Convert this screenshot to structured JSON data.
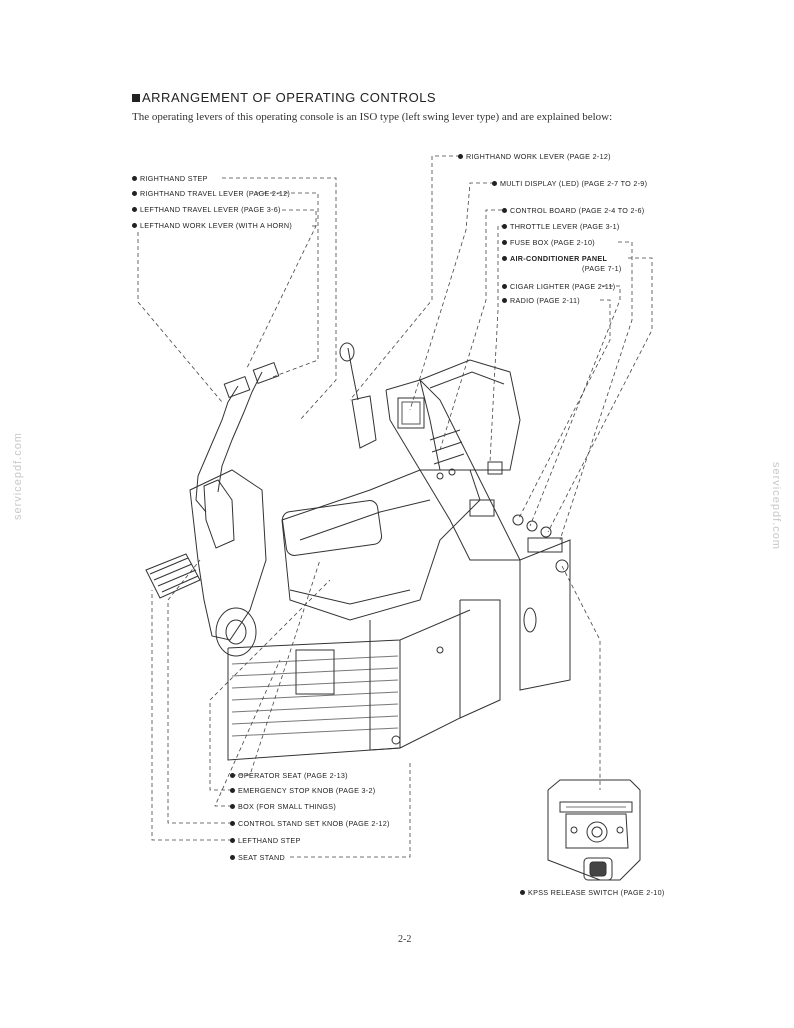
{
  "heading": "ARRANGEMENT OF OPERATING CONTROLS",
  "intro": "The operating levers of this operating console is an ISO type (left swing lever type) and are explained below:",
  "labels_left": [
    "RIGHTHAND STEP",
    "RIGHTHAND TRAVEL LEVER (PAGE 2-12)",
    "LEFTHAND TRAVEL LEVER (PAGE 3-6)",
    "LEFTHAND WORK LEVER (WITH A HORN)"
  ],
  "labels_right": [
    "RIGHTHAND WORK LEVER (PAGE 2-12)",
    "MULTI DISPLAY (LED) (PAGE 2-7 TO 2-9)",
    "CONTROL BOARD (PAGE 2-4 TO 2-6)",
    "THROTTLE LEVER (PAGE 3-1)",
    "FUSE BOX (PAGE 2-10)",
    "AIR-CONDITIONER PANEL",
    "CIGAR LIGHTER (PAGE 2-11)",
    "RADIO (PAGE 2-11)"
  ],
  "aircon_sub": "(PAGE 7-1)",
  "labels_bottom": [
    "OPERATOR SEAT (PAGE 2-13)",
    "EMERGENCY STOP KNOB (PAGE 3-2)",
    "BOX (FOR SMALL THINGS)",
    "CONTROL STAND SET KNOB (PAGE 2-12)",
    "LEFTHAND STEP",
    "SEAT STAND"
  ],
  "kpss_label": "KPSS RELEASE SWITCH (PAGE 2-10)",
  "watermark": "servicepdf.com",
  "page_number": "2-2"
}
